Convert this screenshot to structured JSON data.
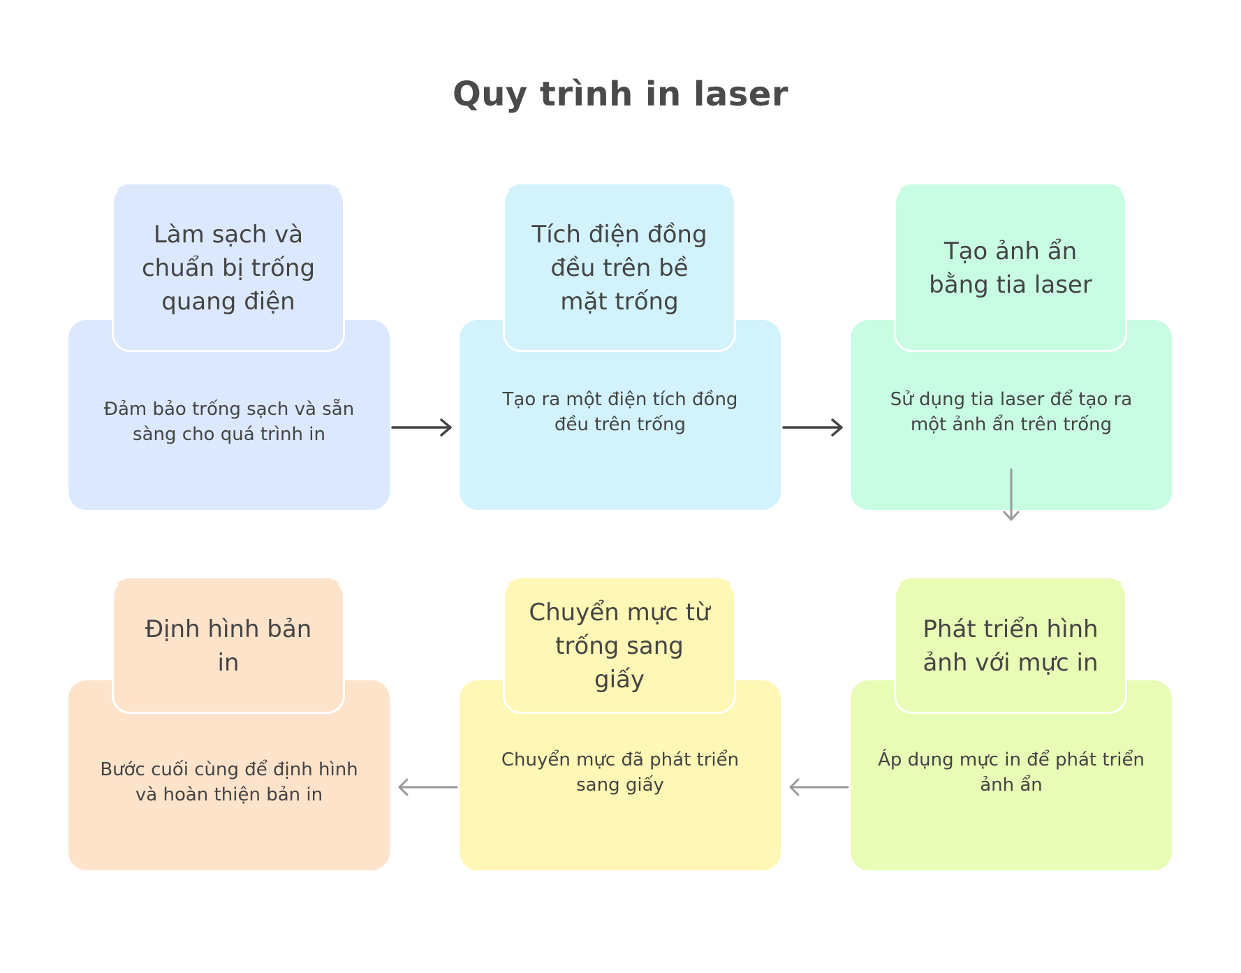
{
  "title": "Quy trình in laser",
  "colors": {
    "blue": "#dbe8fe",
    "cyan": "#d2f3fc",
    "mint": "#c8fde3",
    "lime": "#e8fcb6",
    "yellow": "#fff7b5",
    "peach": "#fee3cb",
    "text": "#444444",
    "arrow_dark": "#444444",
    "arrow_light": "#999999"
  },
  "steps": [
    {
      "heading": "Làm sạch và chuẩn bị trống quang điện",
      "description": "Đảm bảo trống sạch và sẵn sàng cho quá trình in",
      "color": "#dbe8fe"
    },
    {
      "heading": "Tích điện đồng đều trên bề mặt trống",
      "description": "Tạo ra một điện tích đồng đều trên trống",
      "color": "#d2f3fc"
    },
    {
      "heading": "Tạo ảnh ẩn bằng tia laser",
      "description": "Sử dụng tia laser để tạo ra một ảnh ẩn trên trống",
      "color": "#c8fde3"
    },
    {
      "heading": "Phát triển hình ảnh với mực in",
      "description": "Áp dụng mực in để phát triển ảnh ẩn",
      "color": "#e8fcb6"
    },
    {
      "heading": "Chuyển mực từ trống sang giấy",
      "description": "Chuyển mực đã phát triển sang giấy",
      "color": "#fff7b5"
    },
    {
      "heading": "Định hình bản in",
      "description": "Bước cuối cùng để định hình và hoàn thiện bản in",
      "color": "#fee3cb"
    }
  ],
  "connectors": [
    {
      "from": 1,
      "to": 2,
      "direction": "right",
      "icon": "arrow-right-icon"
    },
    {
      "from": 2,
      "to": 3,
      "direction": "right",
      "icon": "arrow-right-icon"
    },
    {
      "from": 3,
      "to": 4,
      "direction": "down",
      "icon": "arrow-down-icon"
    },
    {
      "from": 4,
      "to": 5,
      "direction": "left",
      "icon": "arrow-left-icon"
    },
    {
      "from": 5,
      "to": 6,
      "direction": "left",
      "icon": "arrow-left-icon"
    }
  ]
}
